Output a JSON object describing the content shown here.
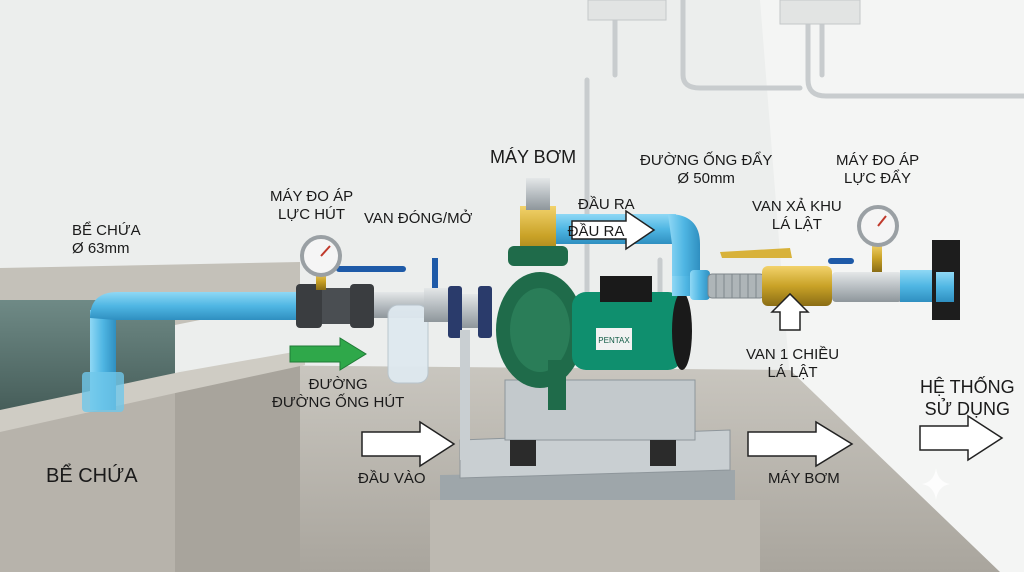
{
  "labels": {
    "tank_top_line1": "BỂ CHỨA",
    "tank_top_line2": "Ø 63mm",
    "suction_gauge_line1": "MÁY ĐO ÁP",
    "suction_gauge_line2": "LỰC HÚT",
    "valve_onoff": "VAN ĐÓNG/MỞ",
    "pump_top": "MÁY BƠM",
    "discharge_pipe_line1": "ĐƯỜNG ỐNG ĐẨY",
    "discharge_pipe_line2": "Ø 50mm",
    "outlet_label": "ĐẦU RA",
    "outlet_arrow_text": "ĐẦU RA",
    "flap_drain_valve_line1": "VAN XẢ KHU",
    "flap_drain_valve_line2": "LÁ LẬT",
    "discharge_gauge_line1": "MÁY ĐO ÁP",
    "discharge_gauge_line2": "LỰC ĐẨY",
    "suction_pipe_line1": "ĐƯỜNG",
    "suction_pipe_line2": "ĐƯỜNG ỐNG HÚT",
    "check_valve_line1": "VAN 1 CHIỀU",
    "check_valve_line2": "LÁ LẬT",
    "system_line1": "HỆ THỐNG",
    "system_line2": "SỬ DỤNG",
    "tank_bottom": "BỂ CHỨA",
    "inlet": "ĐẦU VÀO",
    "pump_bottom": "MÁY BƠM",
    "pump_brand": "PENTAX"
  },
  "colors": {
    "pipe_blue": "#5bbfe8",
    "pump_green": "#1f6b4a",
    "motor_green": "#0f8f6e",
    "concrete": "#b9b6ae",
    "wall": "#eef0ef",
    "brass": "#c9a227",
    "arrow_green": "#2fa84a"
  }
}
